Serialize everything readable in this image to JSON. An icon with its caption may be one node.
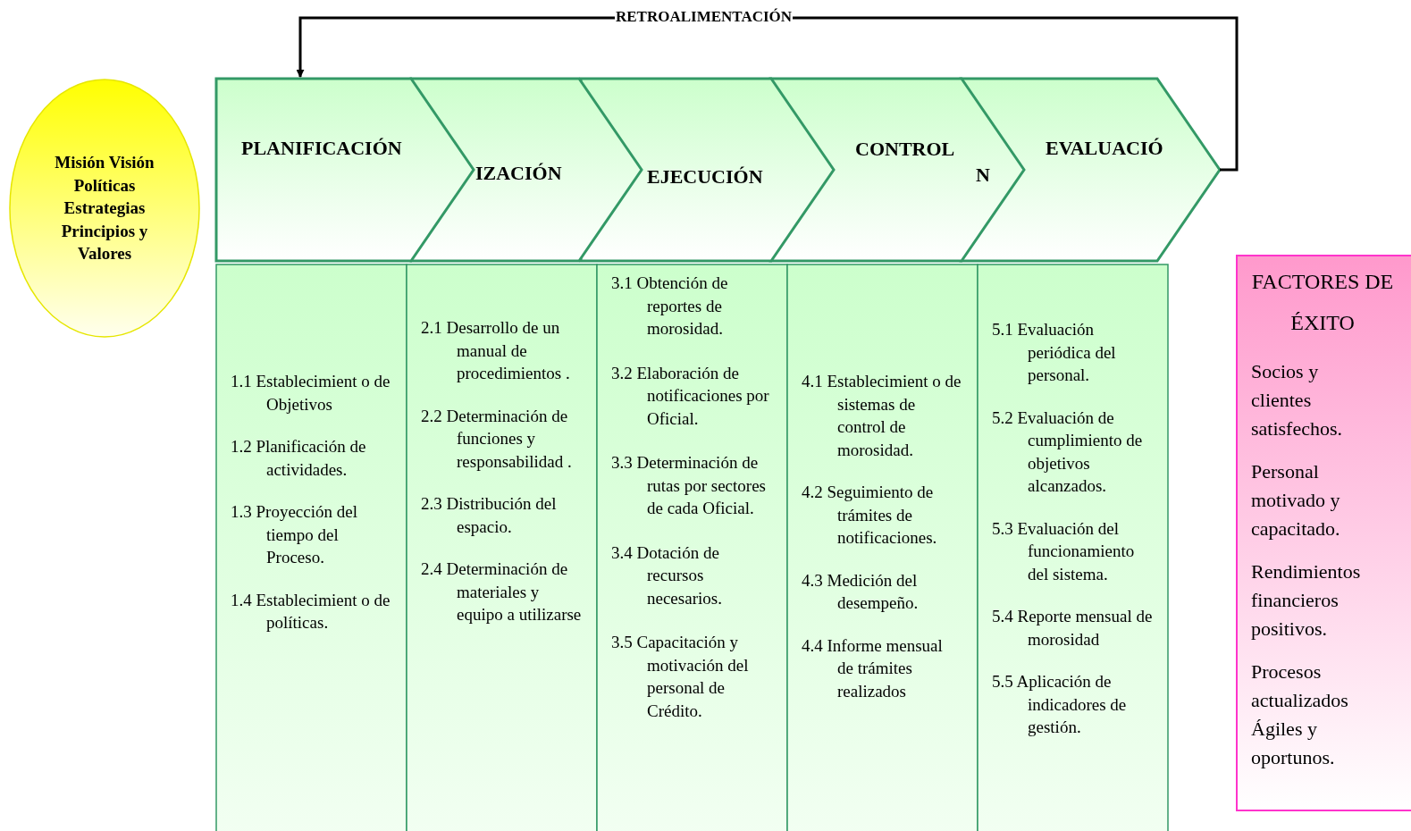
{
  "diagram": {
    "nodes": [
      {
        "text": [
          "Misión Visión Políticas Estrategias Principios y Valores"
        ]
      },
      {
        "text": [
          "PLANIFICACIÓN"
        ]
      },
      {
        "text": [
          "IZACIÓN"
        ]
      },
      {
        "text": [
          "EJECUCIÓN"
        ]
      },
      {
        "text": [
          "CONTROL"
        ]
      },
      {
        "text": [
          "EVALUACIÓ",
          "N"
        ]
      },
      {
        "text": [
          "1.1 Establecimient o de Objetivos",
          "1.2 Planificación de actividades.",
          "1.3 Proyección del tiempo del Proceso.",
          "1.4 Establecimient o de políticas."
        ]
      },
      {
        "text": [
          "2.1 Desarrollo de un manual de procedimientos .",
          "2.2 Determinación de funciones y responsabilidad .",
          "2.3 Distribución del espacio.",
          "2.4 Determinación de materiales y equipo a utilizarse"
        ]
      },
      {
        "text": [
          "3.1 Obtención de reportes de morosidad.",
          "3.2 Elaboración de notificaciones por Oficial.",
          "3.3 Determinación de rutas por sectores de cada Oficial.",
          "3.4 Dotación de recursos necesarios.",
          "3.5 Capacitación y motivación del personal de Crédito."
        ]
      },
      {
        "text": [
          "4.1 Establecimient o de sistemas de control de morosidad.",
          "4.2 Seguimiento de trámites de notificaciones.",
          "4.3 Medición del desempeño.",
          "4.4 Informe mensual de trámites realizados"
        ]
      },
      {
        "text": [
          "5.1 Evaluación periódica del personal.",
          "5.2 Evaluación de cumplimiento de objetivos alcanzados.",
          "5.3 Evaluación del funcionamiento del sistema.",
          "5.4 Reporte mensual de morosidad",
          "5.5 Aplicación de indicadores de gestión."
        ]
      },
      {
        "text": [
          "FACTORES DE ÉXITO",
          "Socios y clientes satisfechos.",
          "Personal motivado y capacitado.",
          "Rendimientos financieros positivos.",
          "Procesos actualizados Ágiles y oportunos."
        ]
      }
    ],
    "edges": [
      {
        "from": 5,
        "to": 1,
        "arrow": "to",
        "label": "RETROALIMENTACIÓN"
      }
    ]
  }
}
